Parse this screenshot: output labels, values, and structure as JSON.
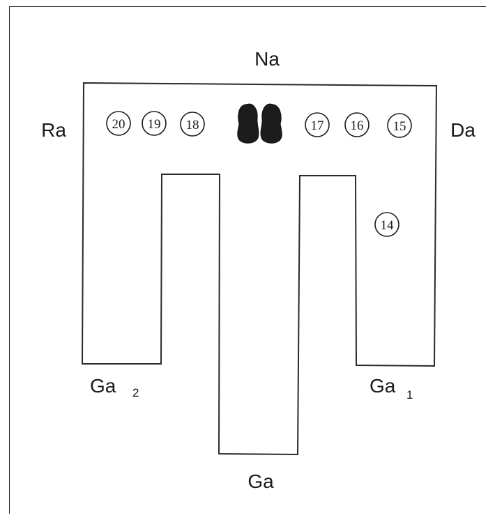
{
  "labels": {
    "top": "Na",
    "left": "Ra",
    "right": "Da",
    "bottom_center": "Ga",
    "bottom_left": "Ga",
    "bottom_left_sub": "2",
    "bottom_right": "Ga",
    "bottom_right_sub": "1"
  },
  "circled_numbers": {
    "n20": "20",
    "n19": "19",
    "n18": "18",
    "n17": "17",
    "n16": "16",
    "n15": "15",
    "n14": "14"
  },
  "colors": {
    "stroke": "#2a2a2a",
    "incisor_fill": "#1c1c1c",
    "background": "#ffffff"
  }
}
